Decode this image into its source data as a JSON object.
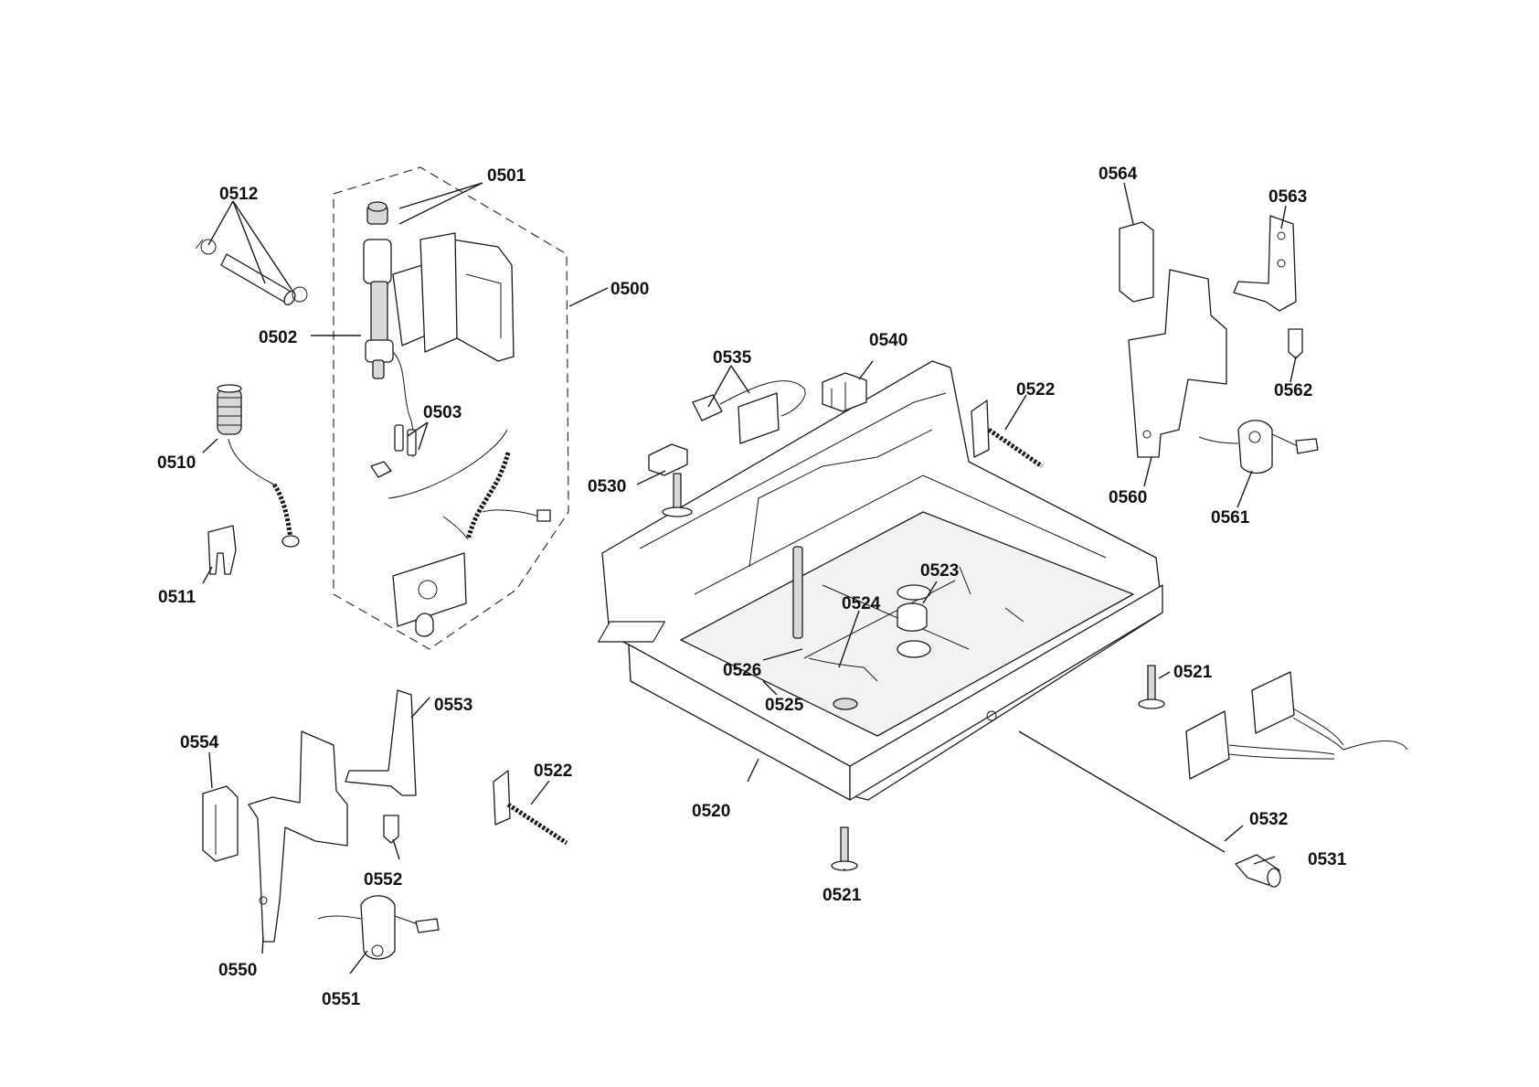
{
  "labels": {
    "l0500": "0500",
    "l0501": "0501",
    "l0502": "0502",
    "l0503": "0503",
    "l0510": "0510",
    "l0511": "0511",
    "l0512": "0512",
    "l0520": "0520",
    "l0521a": "0521",
    "l0521b": "0521",
    "l0522a": "0522",
    "l0522b": "0522",
    "l0523": "0523",
    "l0524": "0524",
    "l0525": "0525",
    "l0526": "0526",
    "l0530": "0530",
    "l0531": "0531",
    "l0532": "0532",
    "l0535": "0535",
    "l0540": "0540",
    "l0550": "0550",
    "l0551": "0551",
    "l0552": "0552",
    "l0553": "0553",
    "l0554": "0554",
    "l0560": "0560",
    "l0561": "0561",
    "l0562": "0562",
    "l0563": "0563",
    "l0564": "0564"
  }
}
